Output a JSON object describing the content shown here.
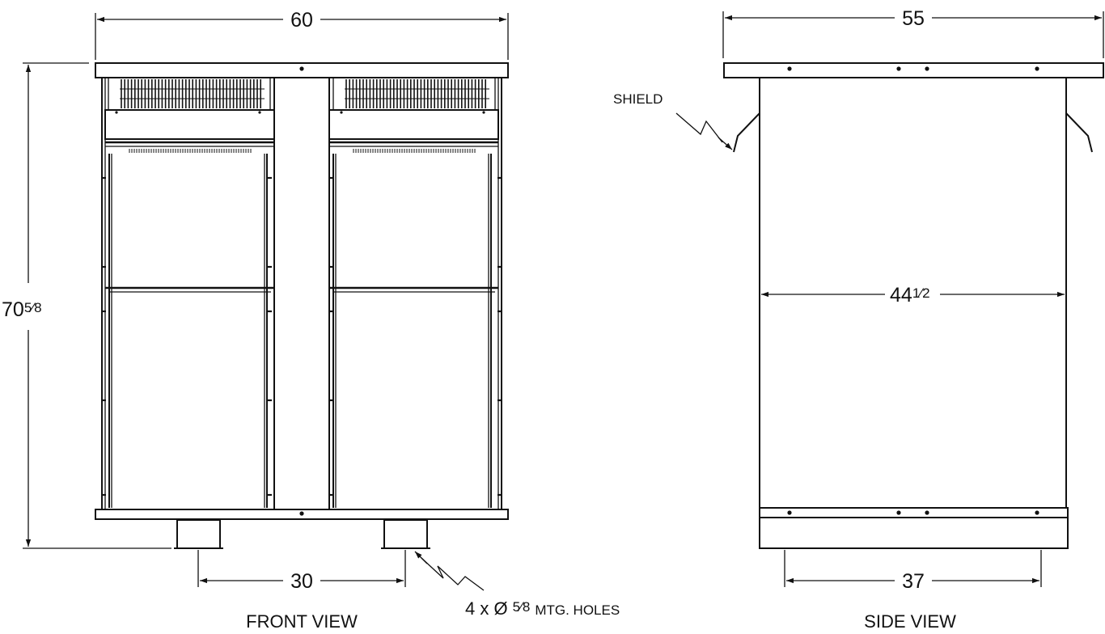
{
  "dimensions": {
    "front_width": "60",
    "front_height_whole": "70",
    "front_height_frac": "5⁄8",
    "foot_spacing": "30",
    "side_width": "55",
    "side_inner": "44",
    "side_inner_frac": "1⁄2",
    "side_foot_spacing": "37"
  },
  "labels": {
    "front_view": "FRONT VIEW",
    "side_view": "SIDE VIEW",
    "shield": "SHIELD",
    "holes_prefix": "4 x Ø",
    "holes_frac": "5⁄8",
    "holes_suffix": "MTG. HOLES"
  },
  "icons": {
    "arrowhead": "arrowhead-icon",
    "leader": "zigzag-leader-icon"
  }
}
